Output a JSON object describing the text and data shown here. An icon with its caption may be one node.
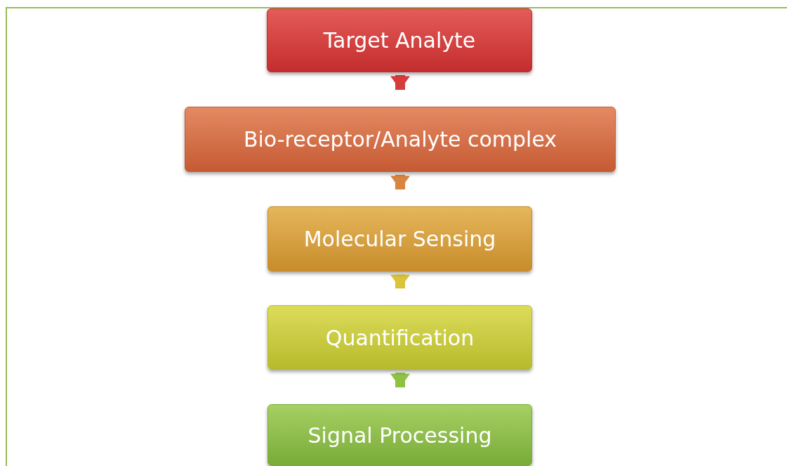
{
  "diagram": {
    "nodes": [
      {
        "text": [
          "Target Analyte"
        ]
      },
      {
        "text": [
          "Bio-receptor/Analyte complex"
        ]
      },
      {
        "text": [
          "Molecular Sensing"
        ]
      },
      {
        "text": [
          "Quantification"
        ]
      },
      {
        "text": [
          "Signal Processing"
        ]
      }
    ],
    "edges": [
      {
        "from": 0,
        "to": 1,
        "arrow": "to",
        "color": "#d63c3c"
      },
      {
        "from": 1,
        "to": 2,
        "arrow": "to",
        "color": "#d9853f"
      },
      {
        "from": 2,
        "to": 3,
        "arrow": "to",
        "color": "#d9c43a"
      },
      {
        "from": 3,
        "to": 4,
        "arrow": "to",
        "color": "#8fc142"
      }
    ]
  }
}
